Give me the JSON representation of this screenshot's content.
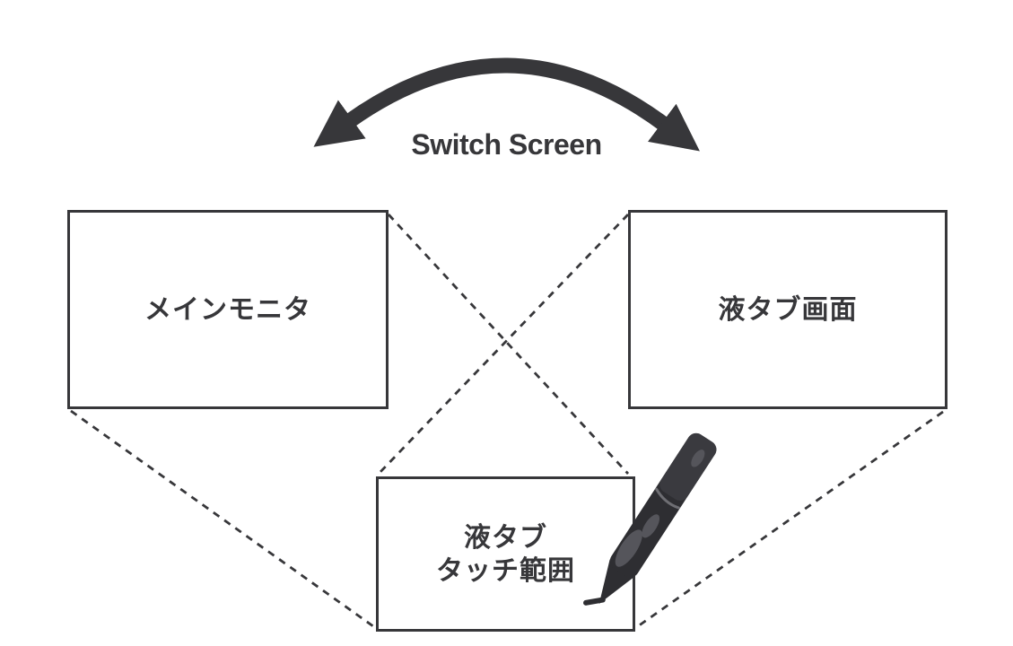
{
  "title": {
    "label": "Switch Screen"
  },
  "boxes": {
    "main_monitor": {
      "label": "メインモニタ"
    },
    "tablet_screen": {
      "label": "液タブ画面"
    },
    "tablet_touch_area": {
      "label_line1": "液タブ",
      "label_line2": "タッチ範囲"
    }
  },
  "icons": {
    "switch_arrow": "curved-double-headed-arrow",
    "stylus": "tablet-pen-stylus"
  },
  "colors": {
    "ink": "#37373a",
    "background": "#ffffff",
    "pen_body": "#2e2e32",
    "pen_body_light": "#3a3a3f",
    "pen_highlight": "#55555b",
    "pen_ring": "#6e6e73"
  }
}
